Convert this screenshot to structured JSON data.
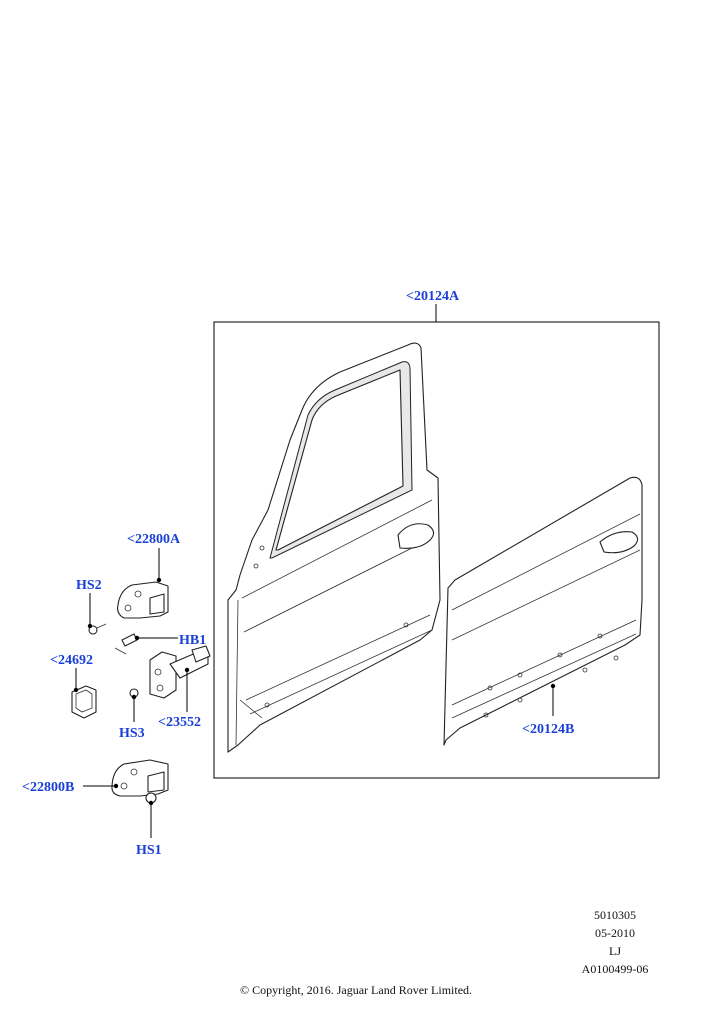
{
  "callouts": {
    "door_assembly_front": "<20124A",
    "door_assembly_rear": "<20124B",
    "hinge_upper": "<22800A",
    "hinge_lower": "<22800B",
    "screw_hs2": "HS2",
    "bolt_hb1": "HB1",
    "cover_24692": "<24692",
    "check_strap": "<23552",
    "screw_hs3": "HS3",
    "screw_hs1": "HS1"
  },
  "meta": {
    "code": "5010305",
    "date": "05-2010",
    "initials": "LJ",
    "ref": "A0100499-06"
  },
  "copyright": "© Copyright, 2016. Jaguar Land Rover Limited."
}
